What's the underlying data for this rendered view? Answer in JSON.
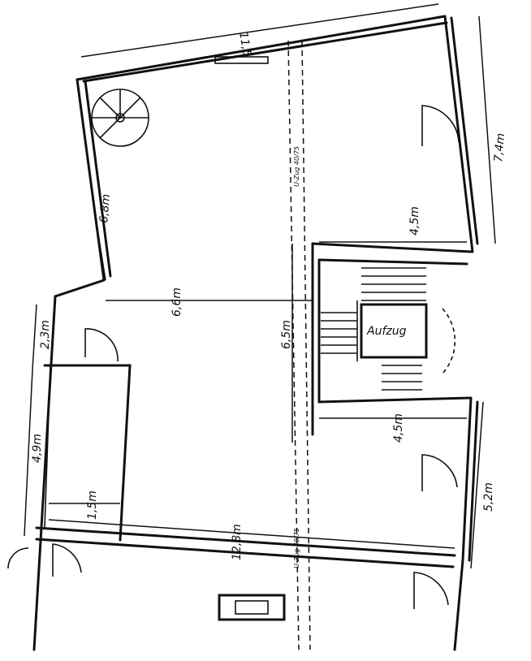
{
  "plan": {
    "dimensions": {
      "top_width": "11,5",
      "right_upper": "7,4m",
      "left_upper": "6,8m",
      "core_top": "4,5m",
      "depth_middle": "6,6m",
      "core_height": "6,5m",
      "left_entry": "2,3m",
      "left_lower": "4,9m",
      "room_width": "1,5m",
      "bottom_length": "12,8m",
      "core_bottom": "4,5m",
      "right_lower": "5,2m"
    },
    "elevator_label": "Aufzug",
    "beam_label_upper": "U-Zug 40/75",
    "beam_label_lower": "U-Zug 40/75"
  }
}
